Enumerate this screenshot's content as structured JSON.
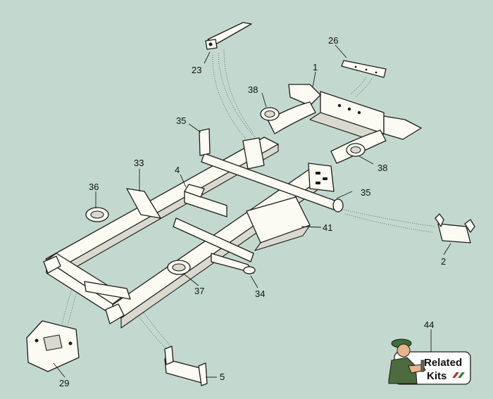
{
  "callouts": {
    "c1": "1",
    "c2": "2",
    "c4": "4",
    "c5": "5",
    "c23": "23",
    "c26": "26",
    "c29": "29",
    "c33": "33",
    "c34": "34",
    "c35a": "35",
    "c35b": "35",
    "c36": "36",
    "c37": "37",
    "c38a": "38",
    "c38b": "38",
    "c41": "41",
    "c44": "44"
  },
  "kits_badge": {
    "line1": "Related",
    "line2": "Kits"
  },
  "colors": {
    "background": "#c3d9cf",
    "part_fill": "#fbfbf3",
    "stroke": "#1c1c1c",
    "kit_red": "#b8322c",
    "kit_green": "#2f7a3b"
  }
}
